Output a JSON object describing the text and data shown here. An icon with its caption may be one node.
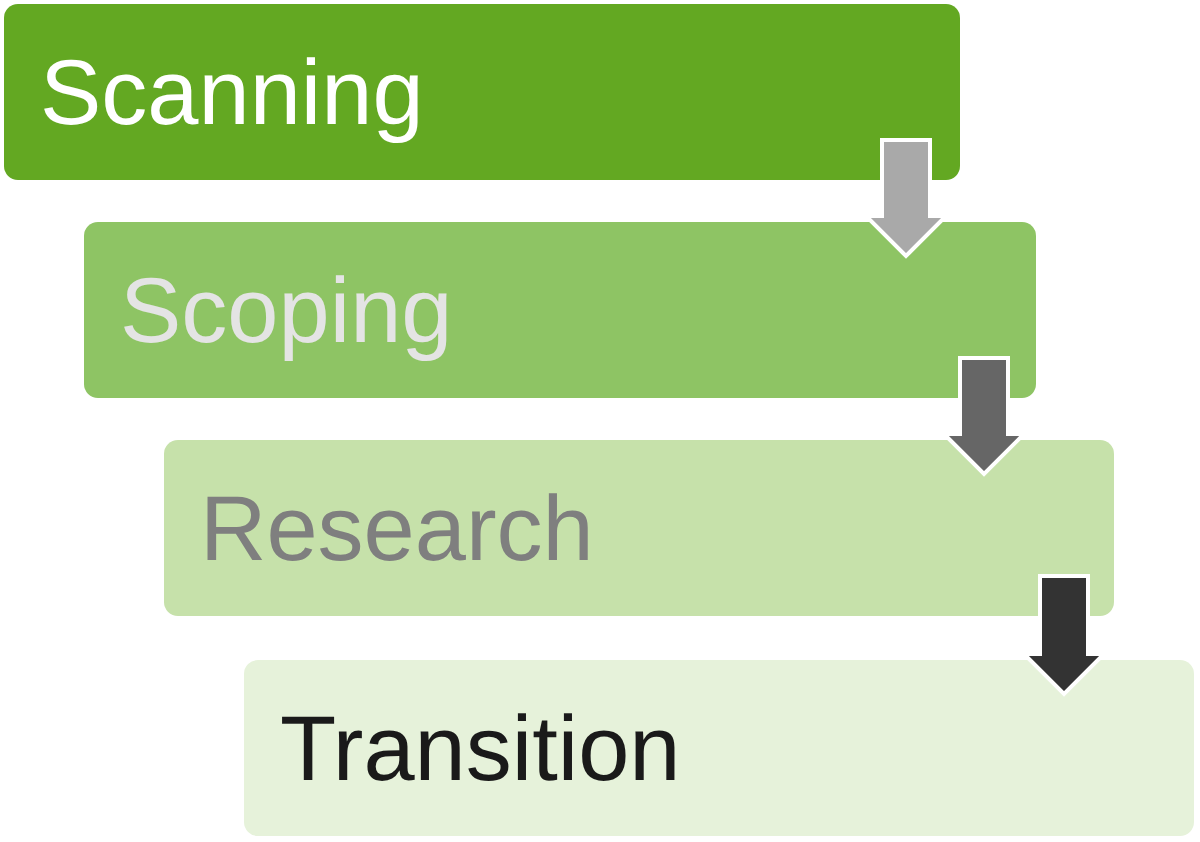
{
  "diagram": {
    "nodes": [
      {
        "text": [
          "Scanning"
        ]
      },
      {
        "text": [
          "Scoping"
        ]
      },
      {
        "text": [
          "Research"
        ]
      },
      {
        "text": [
          "Transition"
        ]
      }
    ],
    "edges": [
      {
        "from": 0,
        "to": 1,
        "arrow": "to",
        "color": "#a9a9a9"
      },
      {
        "from": 1,
        "to": 2,
        "arrow": "to",
        "color": "#666666"
      },
      {
        "from": 2,
        "to": 3,
        "arrow": "to",
        "color": "#333333"
      }
    ]
  }
}
